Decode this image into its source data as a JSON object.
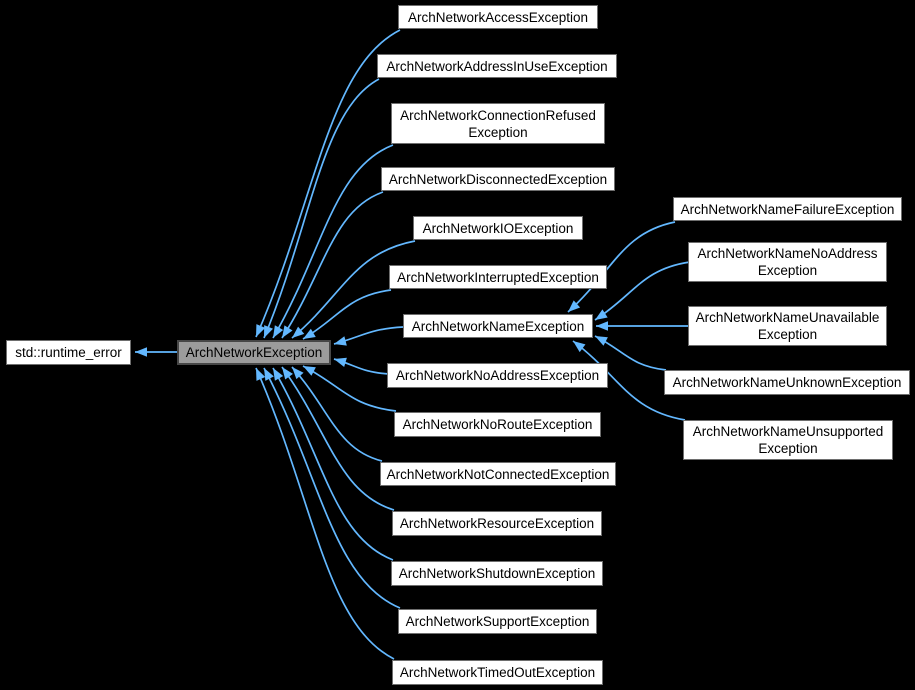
{
  "diagram": {
    "type": "inheritance-graph",
    "colors": {
      "background": "#000000",
      "edge": "#63b8ff",
      "node_fill": "#ffffff",
      "node_border": "#6e6e6e",
      "node_text": "#000000",
      "current_fill": "#9c9c9c",
      "current_border": "#474747"
    },
    "nodes": [
      {
        "id": "std-runtime-error",
        "label": "std::runtime_error",
        "current": false
      },
      {
        "id": "arch-network-exception",
        "label": "ArchNetworkException",
        "current": true
      },
      {
        "id": "arch-network-access-exception",
        "label": "ArchNetworkAccessException",
        "current": false
      },
      {
        "id": "arch-network-address-in-use-exception",
        "label": "ArchNetworkAddressInUseException",
        "current": false
      },
      {
        "id": "arch-network-connection-refused-exception",
        "label": "ArchNetworkConnectionRefused\nException",
        "current": false
      },
      {
        "id": "arch-network-disconnected-exception",
        "label": "ArchNetworkDisconnectedException",
        "current": false
      },
      {
        "id": "arch-network-io-exception",
        "label": "ArchNetworkIOException",
        "current": false
      },
      {
        "id": "arch-network-interrupted-exception",
        "label": "ArchNetworkInterruptedException",
        "current": false
      },
      {
        "id": "arch-network-name-exception",
        "label": "ArchNetworkNameException",
        "current": false
      },
      {
        "id": "arch-network-no-address-exception",
        "label": "ArchNetworkNoAddressException",
        "current": false
      },
      {
        "id": "arch-network-no-route-exception",
        "label": "ArchNetworkNoRouteException",
        "current": false
      },
      {
        "id": "arch-network-not-connected-exception",
        "label": "ArchNetworkNotConnectedException",
        "current": false
      },
      {
        "id": "arch-network-resource-exception",
        "label": "ArchNetworkResourceException",
        "current": false
      },
      {
        "id": "arch-network-shutdown-exception",
        "label": "ArchNetworkShutdownException",
        "current": false
      },
      {
        "id": "arch-network-support-exception",
        "label": "ArchNetworkSupportException",
        "current": false
      },
      {
        "id": "arch-network-timed-out-exception",
        "label": "ArchNetworkTimedOutException",
        "current": false
      },
      {
        "id": "arch-network-name-failure-exception",
        "label": "ArchNetworkNameFailureException",
        "current": false
      },
      {
        "id": "arch-network-name-no-address-exception",
        "label": "ArchNetworkNameNoAddress\nException",
        "current": false
      },
      {
        "id": "arch-network-name-unavailable-exception",
        "label": "ArchNetworkNameUnavailable\nException",
        "current": false
      },
      {
        "id": "arch-network-name-unknown-exception",
        "label": "ArchNetworkNameUnknownException",
        "current": false
      },
      {
        "id": "arch-network-name-unsupported-exception",
        "label": "ArchNetworkNameUnsupported\nException",
        "current": false
      }
    ],
    "edges": [
      {
        "from": "arch-network-exception",
        "to": "std-runtime-error"
      },
      {
        "from": "arch-network-access-exception",
        "to": "arch-network-exception"
      },
      {
        "from": "arch-network-address-in-use-exception",
        "to": "arch-network-exception"
      },
      {
        "from": "arch-network-connection-refused-exception",
        "to": "arch-network-exception"
      },
      {
        "from": "arch-network-disconnected-exception",
        "to": "arch-network-exception"
      },
      {
        "from": "arch-network-io-exception",
        "to": "arch-network-exception"
      },
      {
        "from": "arch-network-interrupted-exception",
        "to": "arch-network-exception"
      },
      {
        "from": "arch-network-name-exception",
        "to": "arch-network-exception"
      },
      {
        "from": "arch-network-no-address-exception",
        "to": "arch-network-exception"
      },
      {
        "from": "arch-network-no-route-exception",
        "to": "arch-network-exception"
      },
      {
        "from": "arch-network-not-connected-exception",
        "to": "arch-network-exception"
      },
      {
        "from": "arch-network-resource-exception",
        "to": "arch-network-exception"
      },
      {
        "from": "arch-network-shutdown-exception",
        "to": "arch-network-exception"
      },
      {
        "from": "arch-network-support-exception",
        "to": "arch-network-exception"
      },
      {
        "from": "arch-network-timed-out-exception",
        "to": "arch-network-exception"
      },
      {
        "from": "arch-network-name-failure-exception",
        "to": "arch-network-name-exception"
      },
      {
        "from": "arch-network-name-no-address-exception",
        "to": "arch-network-name-exception"
      },
      {
        "from": "arch-network-name-unavailable-exception",
        "to": "arch-network-name-exception"
      },
      {
        "from": "arch-network-name-unknown-exception",
        "to": "arch-network-name-exception"
      },
      {
        "from": "arch-network-name-unsupported-exception",
        "to": "arch-network-name-exception"
      }
    ]
  }
}
